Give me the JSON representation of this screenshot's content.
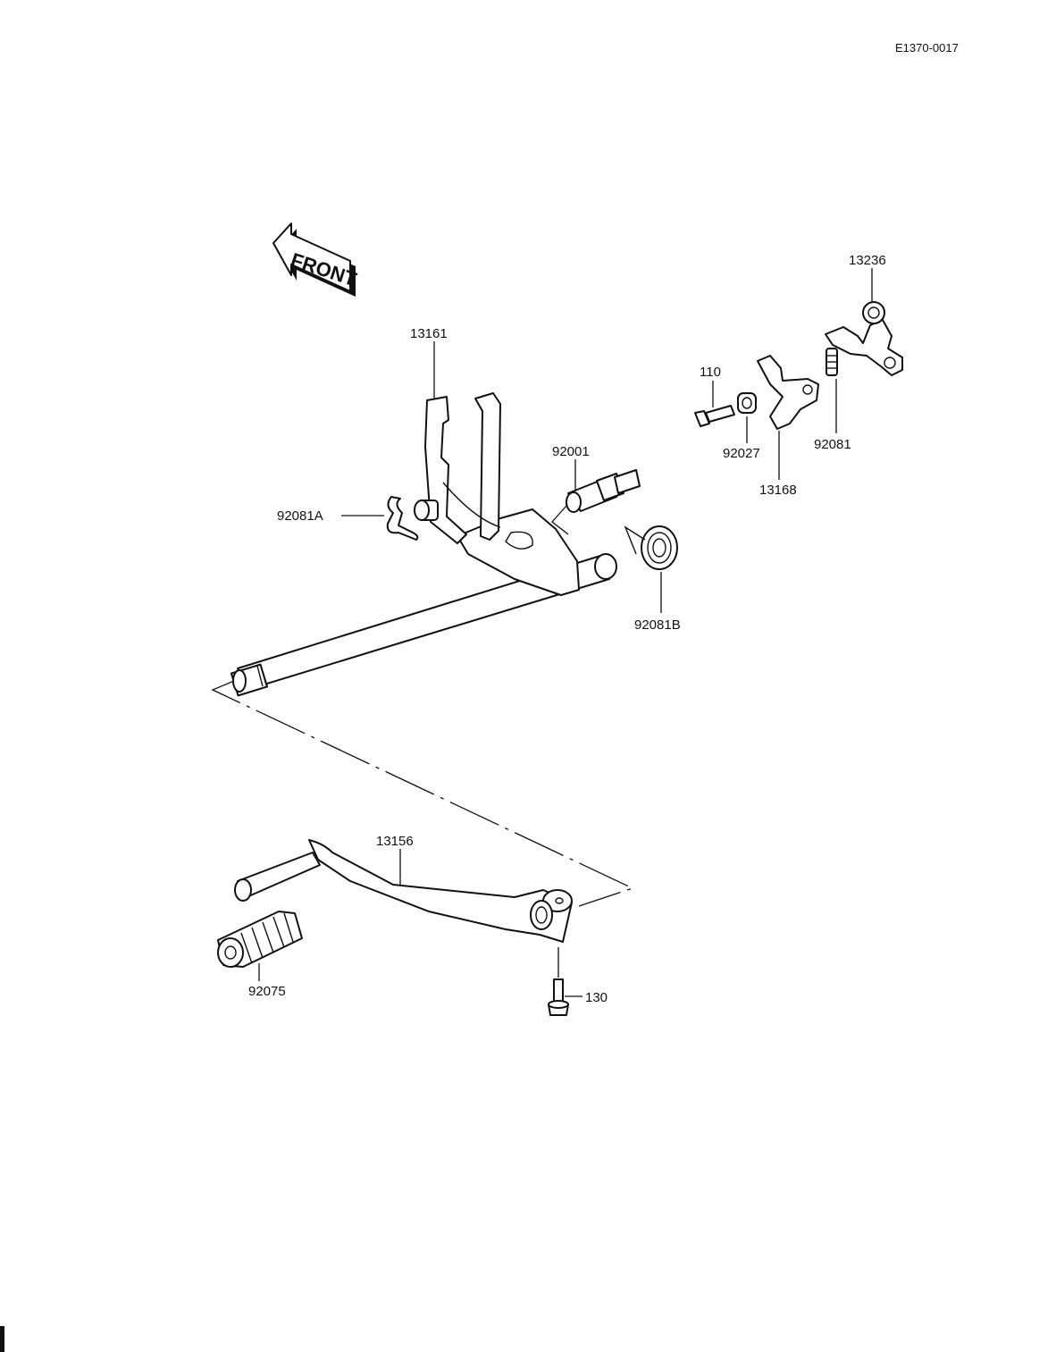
{
  "document": {
    "code": "E1370-0017",
    "front_label": "FRONT"
  },
  "parts": {
    "p13236": "13236",
    "p13161": "13161",
    "p110": "110",
    "p92027": "92027",
    "p92081": "92081",
    "p92001": "92001",
    "p13168": "13168",
    "p92081A": "92081A",
    "p92081B": "92081B",
    "p13156": "13156",
    "p92075": "92075",
    "p130": "130"
  },
  "colors": {
    "line": "#111111",
    "background": "#ffffff"
  }
}
